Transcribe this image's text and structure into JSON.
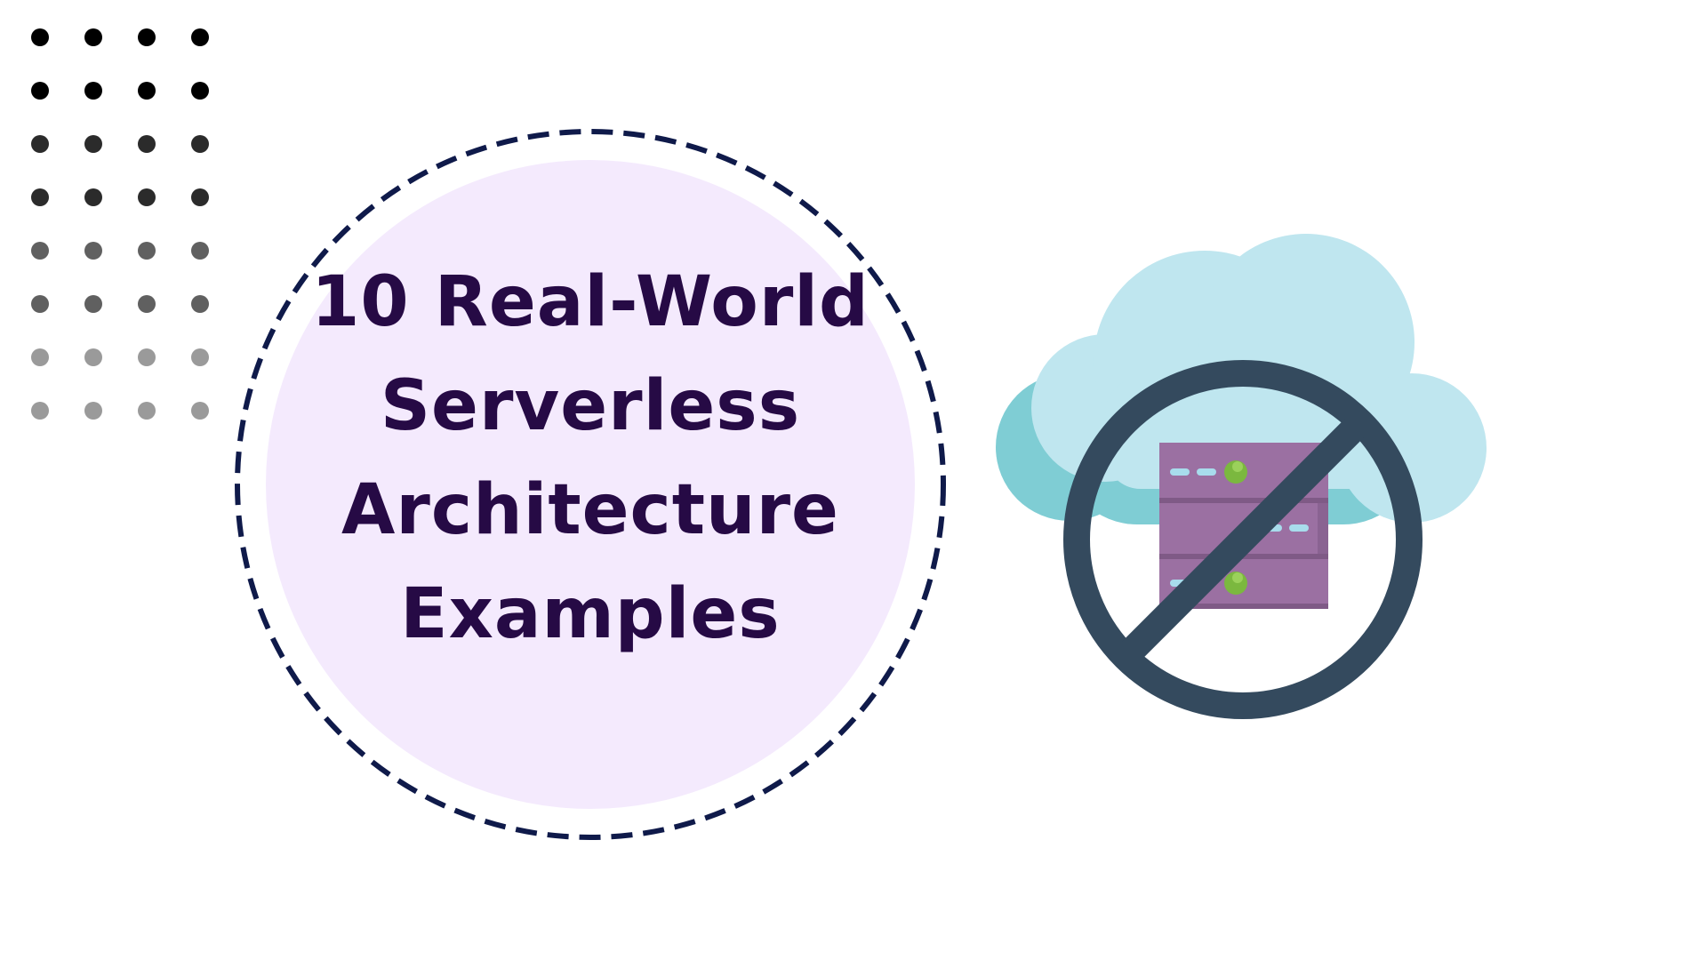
{
  "title": {
    "lines": [
      "10 Real-World",
      "Serverless",
      "Architecture",
      "Examples"
    ]
  },
  "decor": {
    "dot_rows": 8,
    "dot_cols": 4,
    "dot_colors": [
      "#000000",
      "#000000",
      "#2b2b2b",
      "#2b2b2b",
      "#606060",
      "#606060",
      "#9a9a9a",
      "#9a9a9a"
    ]
  },
  "icons": {
    "illustration": "no-server-cloud-icon"
  },
  "colors": {
    "title_text": "#260a45",
    "badge_fill": "#f4eafd",
    "badge_dash": "#0f1a4a",
    "cloud_light": "#bfe6ef",
    "cloud_dark": "#7fcdd4",
    "server_body": "#9b70a2",
    "server_shade": "#7f5a86",
    "led_green": "#7bb83f",
    "led_blue": "#a8dcec",
    "no_sign": "#344a5e"
  }
}
